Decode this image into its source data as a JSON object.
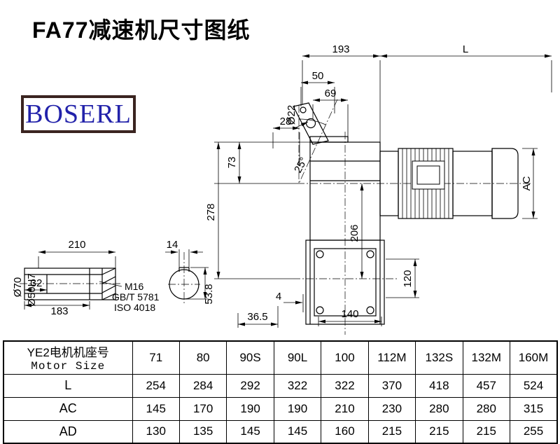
{
  "page": {
    "title": "FA77减速机尺寸图纸"
  },
  "logo": {
    "text": "BOSERL"
  },
  "drawing": {
    "dims": {
      "d193": "193",
      "dL": "L",
      "d50": "50",
      "d69": "69",
      "dia22": "Ø22",
      "d28": "28",
      "d73": "73",
      "ang25": "25°",
      "d278": "278",
      "d206": "206",
      "dAC": "AC",
      "d120": "120",
      "d4": "4",
      "d36_5": "36.5",
      "d140": "140",
      "d210": "210",
      "d14": "14",
      "dia70": "Ø70",
      "dia50h7": "Ø50H7",
      "d32": "32",
      "d183": "183",
      "m16": "M16",
      "gbt": "GB/T 5781",
      "iso": "ISO 4018",
      "d53_8": "53.8"
    }
  },
  "table": {
    "header": {
      "label_cn": "YE2电机机座号",
      "label_en": "Motor Size",
      "columns": [
        "71",
        "80",
        "90S",
        "90L",
        "100",
        "112M",
        "132S",
        "132M",
        "160M"
      ]
    },
    "rows": [
      {
        "label": "L",
        "values": [
          "254",
          "284",
          "292",
          "322",
          "322",
          "370",
          "418",
          "457",
          "524"
        ]
      },
      {
        "label": "AC",
        "values": [
          "145",
          "170",
          "190",
          "190",
          "210",
          "230",
          "280",
          "280",
          "315"
        ]
      },
      {
        "label": "AD",
        "values": [
          "130",
          "135",
          "145",
          "145",
          "160",
          "215",
          "215",
          "215",
          "255"
        ]
      }
    ]
  }
}
